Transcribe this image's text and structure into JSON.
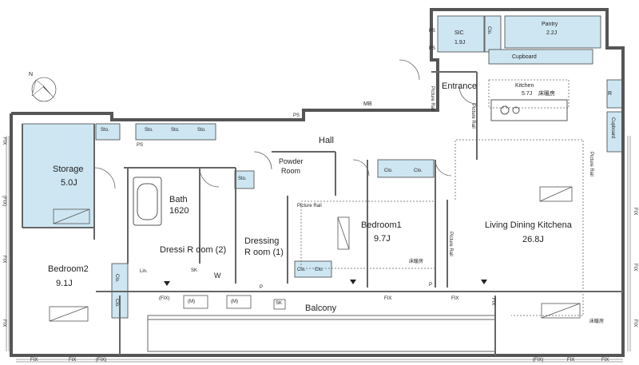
{
  "rooms": {
    "storage_name": "Storage",
    "storage_size": "5.0J",
    "bath_name": "Bath",
    "bath_size": "1620",
    "bedroom2_name": "Bedroom2",
    "bedroom2_size": "9.1J",
    "dressing2": "Dressi R oom (2)",
    "dressing1_line1": "Dressing",
    "dressing1_line2": "R oom (1)",
    "bedroom1_name": "Bedroom1",
    "bedroom1_size": "9.7J",
    "living_name": "Living Dining Kitchena",
    "living_size": "26.8J",
    "hall": "Hall",
    "entrance": "Entrance",
    "powder_line1": "Powder",
    "powder_line2": "Room",
    "kitchen_name": "Kitchen",
    "kitchen_size": "5.7J",
    "sic_name": "SIC",
    "sic_size": "1.9J",
    "pantry_name": "Pantry",
    "pantry_size": "2.2J",
    "balcony": "Balcony",
    "mb": "MB"
  },
  "fixtures": {
    "sto": "Sto.",
    "clo": "Clo.",
    "cupboard": "Cupboard",
    "picture_rail": "Picture Rail",
    "floor_heating": "床暖房",
    "ps": "PS",
    "fix": "FIX",
    "fix_paren": "(FIX)",
    "lin": "Lin.",
    "sk": "SK",
    "w": "W",
    "p": "P",
    "r": "R",
    "m": "(M)"
  },
  "compass": {
    "north": "N"
  },
  "colors": {
    "wall": "#555555",
    "storage_fill": "#cde6f2",
    "line": "#444444"
  }
}
